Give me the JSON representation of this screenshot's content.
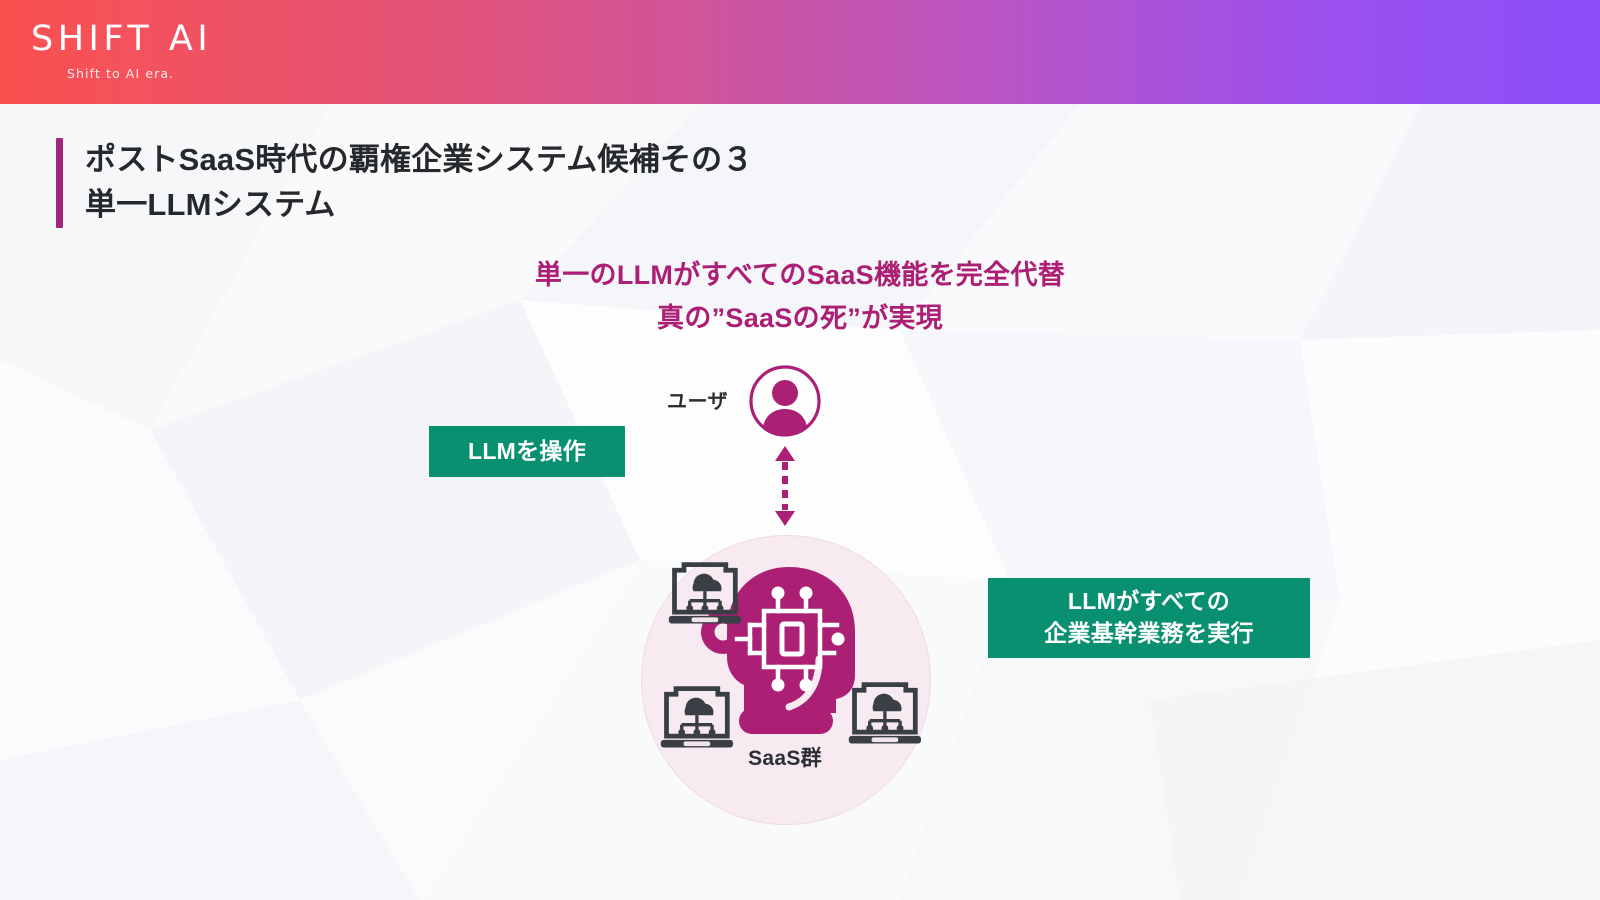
{
  "header": {
    "logo_mark": "SHIFT AI",
    "logo_tagline": "Shift to AI era.",
    "gradient_from": "#f9504e",
    "gradient_mid": "#ce559d",
    "gradient_to": "#8b4ffa"
  },
  "title": {
    "accent_color": "#a0267e",
    "line1": "ポストSaaS時代の覇権企業システム候補その３",
    "line2": "単一LLMシステム"
  },
  "subtitle": {
    "color": "#ab1f75",
    "line1": "単一のLLMがすべてのSaaS機能を完全代替",
    "line2": "真の”SaaSの死”が実現"
  },
  "diagram": {
    "user_label": "ユーザ",
    "hub_caption": "SaaS群",
    "accent_magenta": "#ab1f75",
    "hub_circle_fill": "#f8eaf1",
    "laptop_color": "#3a3f45",
    "callouts": [
      {
        "id": "callout-left",
        "color": "#089070",
        "lines": [
          "LLMを操作"
        ]
      },
      {
        "id": "callout-right",
        "color": "#089070",
        "lines": [
          "LLMがすべての",
          "企業基幹業務を実行"
        ]
      }
    ]
  }
}
